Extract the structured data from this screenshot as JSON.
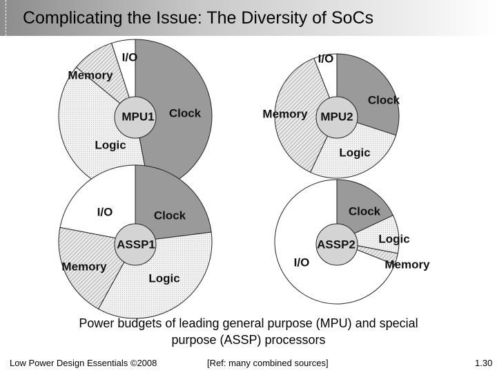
{
  "slide": {
    "title": "Complicating the Issue: The Diversity of SoCs",
    "caption_line1": "Power budgets of leading general purpose (MPU) and special",
    "caption_line2": "purpose (ASSP) processors",
    "footer_left": "Low Power Design Essentials ©2008",
    "footer_center": "[Ref: many combined sources]",
    "page_number": "1.30"
  },
  "chart_data": [
    {
      "type": "pie",
      "center_label": "MPU1",
      "categories": [
        "Clock",
        "Logic",
        "Memory",
        "I/O"
      ],
      "values": [
        47,
        39,
        9,
        5
      ],
      "unit": "%"
    },
    {
      "type": "pie",
      "center_label": "MPU2",
      "categories": [
        "Clock",
        "Logic",
        "Memory",
        "I/O"
      ],
      "values": [
        30,
        27,
        37,
        6
      ],
      "unit": "%"
    },
    {
      "type": "pie",
      "center_label": "ASSP1",
      "categories": [
        "Clock",
        "Logic",
        "Memory",
        "I/O"
      ],
      "values": [
        23,
        35,
        20,
        22
      ],
      "unit": "%"
    },
    {
      "type": "pie",
      "center_label": "ASSP2",
      "categories": [
        "Clock",
        "Logic",
        "Memory",
        "I/O"
      ],
      "values": [
        18,
        10,
        3,
        69
      ],
      "unit": "%"
    }
  ],
  "colors": {
    "Clock": "#9a9a9a",
    "Logic": "dotted-light-gray",
    "Memory": "diagonal-hatch",
    "I/O": "#ffffff",
    "center": "#d4d4d4"
  }
}
